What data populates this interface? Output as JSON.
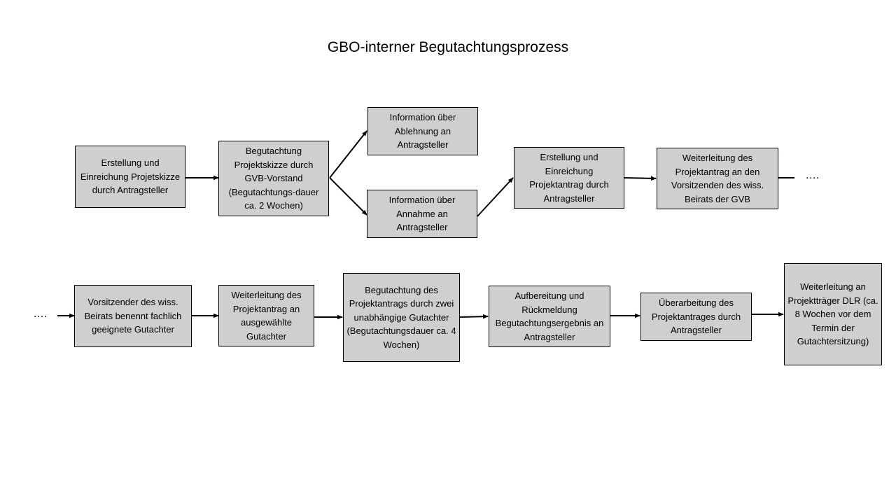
{
  "title": "GBO-interner Begutachtungsprozess",
  "continuation_end": "....",
  "continuation_start": "....",
  "steps": [
    {
      "id": "s1",
      "text": "Erstellung und Einreichung Projetskizze durch Antragsteller"
    },
    {
      "id": "s2",
      "text": "Begutachtung Projektskizze durch GVB-Vorstand (Begutachtungs-dauer ca. 2 Wochen)"
    },
    {
      "id": "s3a",
      "text": "Information über Ablehnung an Antragsteller"
    },
    {
      "id": "s3b",
      "text": "Information über Annahme an Antragsteller"
    },
    {
      "id": "s4",
      "text": "Erstellung und Einreichung Projektantrag durch Antragsteller"
    },
    {
      "id": "s5",
      "text": "Weiterleitung des Projektantrag an den Vorsitzenden des wiss. Beirats der GVB"
    },
    {
      "id": "s6",
      "text": "Vorsitzender des wiss. Beirats benennt fachlich geeignete Gutachter"
    },
    {
      "id": "s7",
      "text": "Weiterleitung des Projektantrag an ausgewählte Gutachter"
    },
    {
      "id": "s8",
      "text": "Begutachtung des Projektantrags durch zwei unabhängige Gutachter (Begutachtungsdauer ca. 4 Wochen)"
    },
    {
      "id": "s9",
      "text": "Aufbereitung und Rückmeldung Begutachtungsergebnis an Antragsteller"
    },
    {
      "id": "s10",
      "text": "Überarbeitung des Projektantrages durch Antragsteller"
    },
    {
      "id": "s11",
      "text": "Weiterleitung an Projektträger DLR (ca. 8 Wochen vor dem Termin der Gutachtersitzung)"
    }
  ]
}
